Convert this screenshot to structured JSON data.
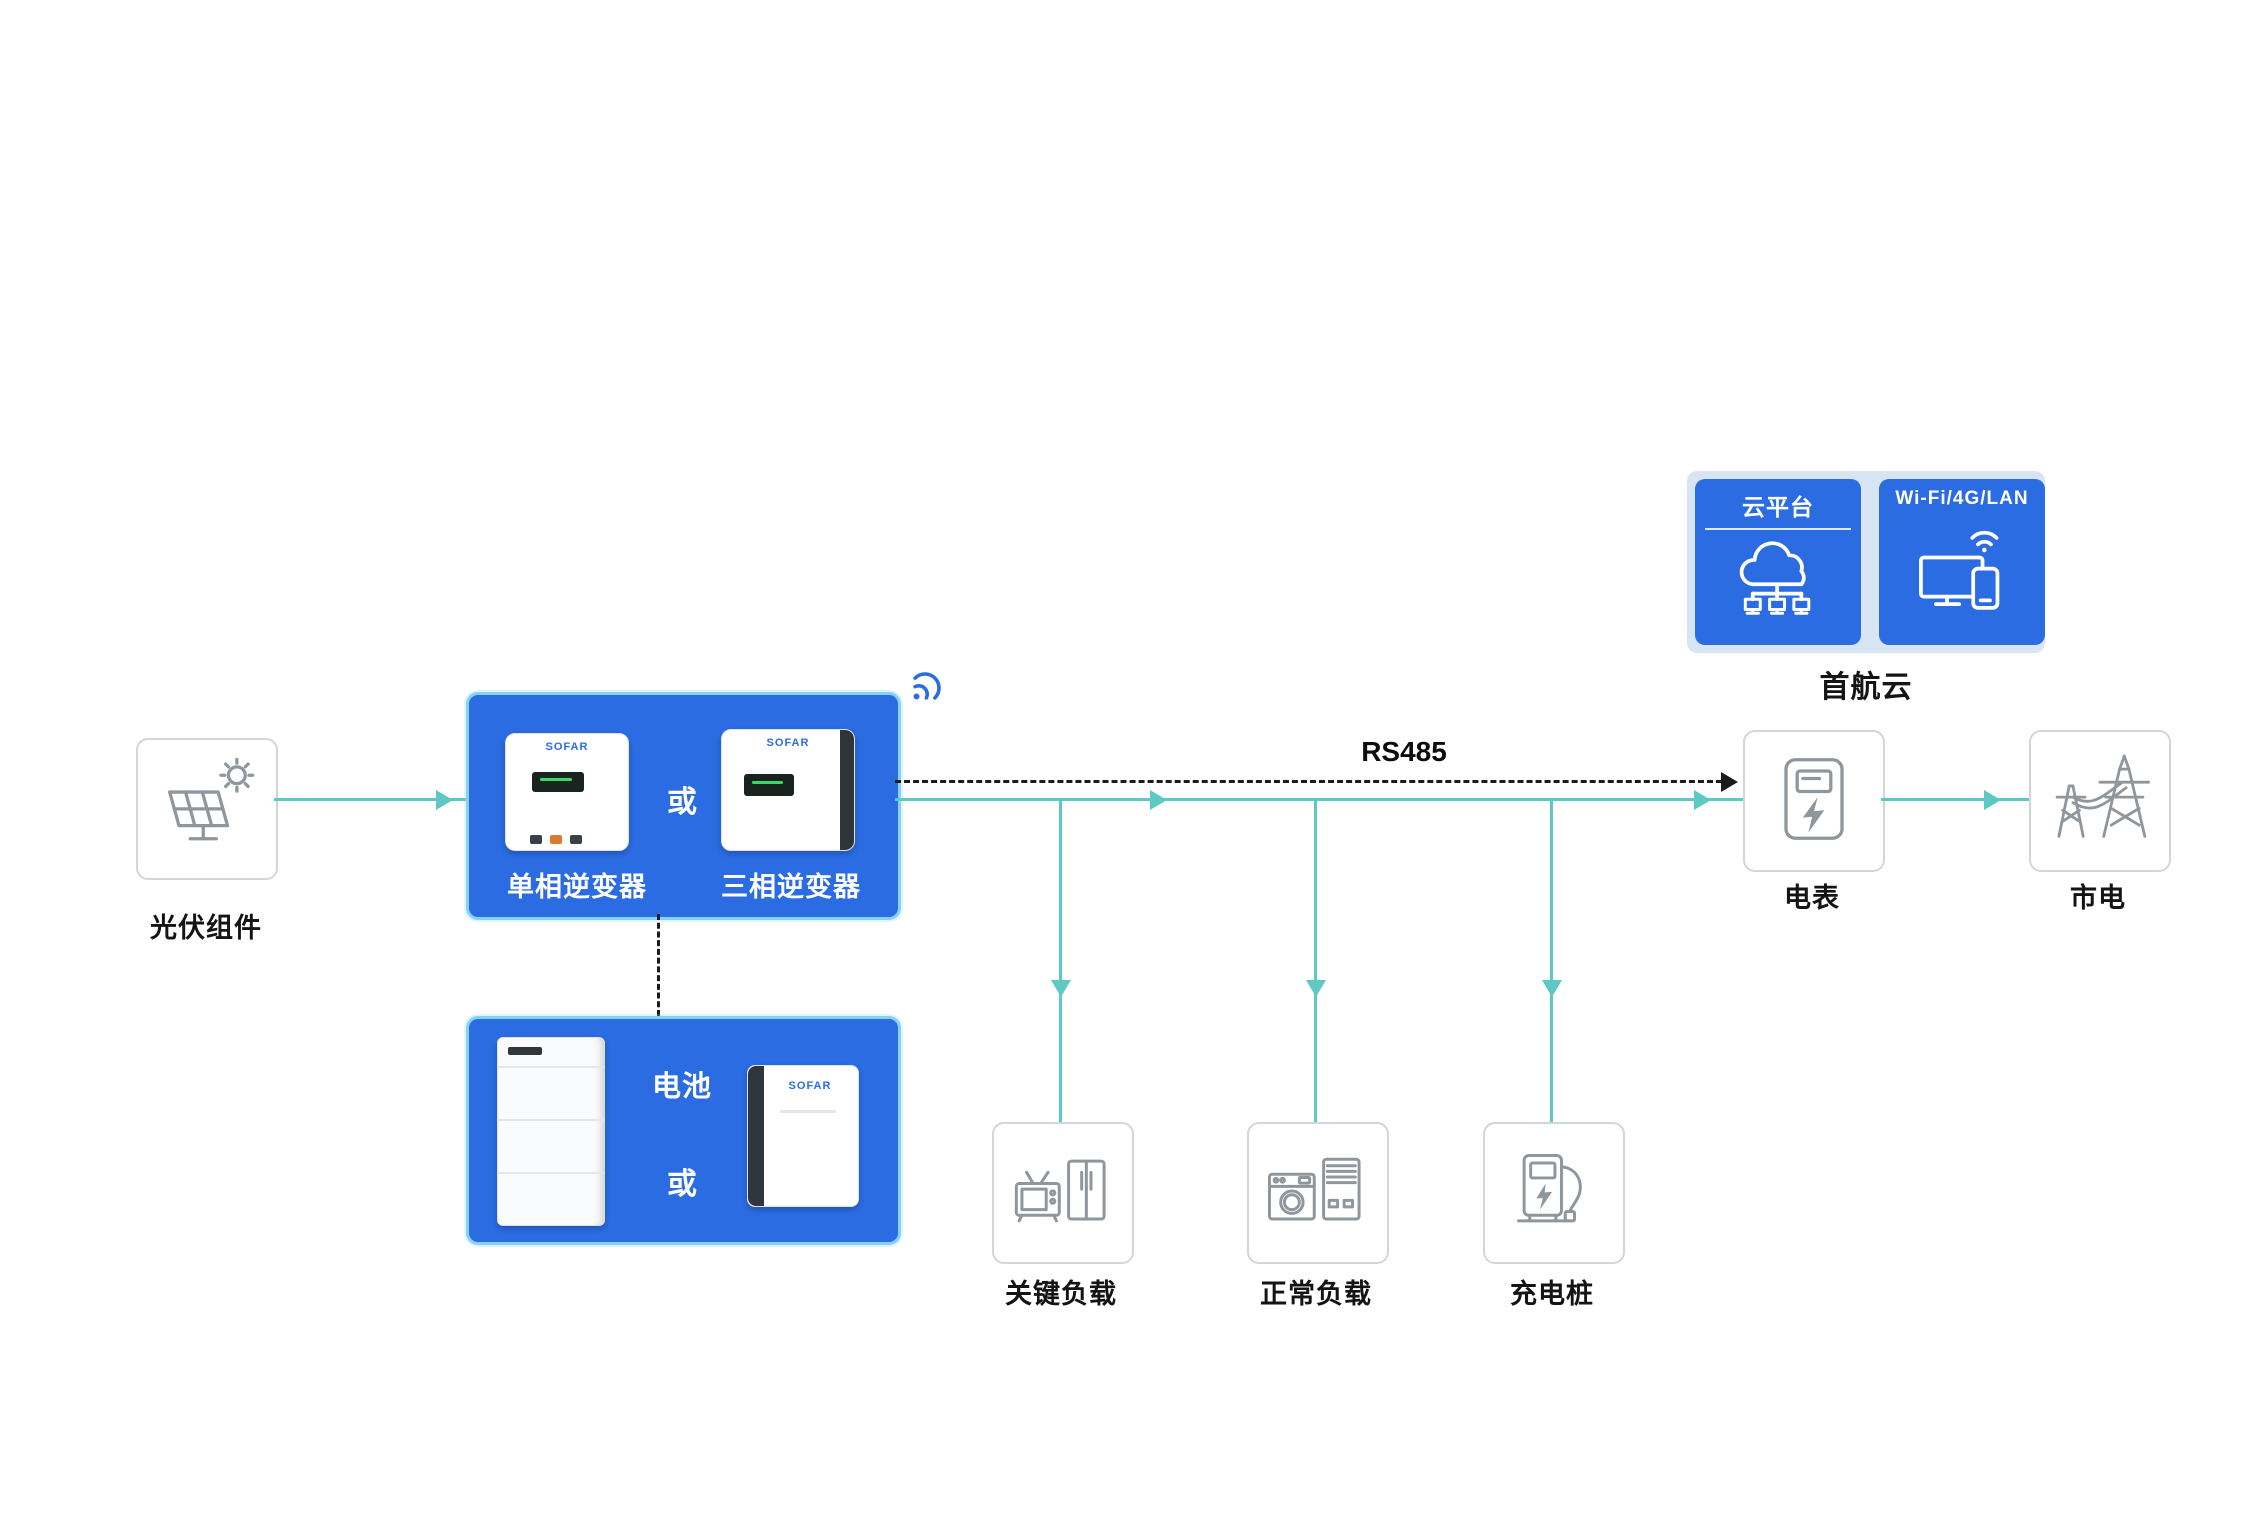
{
  "nodes": {
    "pv": {
      "label": "光伏组件"
    },
    "inverter_group": {
      "single_label": "单相逆变器",
      "or": "或",
      "three_label": "三相逆变器",
      "brand": "SOFAR"
    },
    "battery_group": {
      "label": "电池",
      "or": "或"
    },
    "critical_load": {
      "label": "关键负载"
    },
    "normal_load": {
      "label": "正常负载"
    },
    "ev_charger": {
      "label": "充电桩"
    },
    "meter": {
      "label": "电表"
    },
    "grid": {
      "label": "市电"
    },
    "cloud": {
      "label": "首航云",
      "platform_label": "云平台",
      "wifi_label": "Wi-Fi/4G/LAN"
    }
  },
  "connections": {
    "rs485_label": "RS485"
  },
  "colors": {
    "accent_blue": "#2b6ce3",
    "blue_box_border": "#85d2f4",
    "line_teal": "#5ec8c3",
    "dashed_line": "#1b1b1b",
    "node_border": "#d2d6da",
    "icon_gray": "#8f969c",
    "cloud_panel_bg": "#d8e5f5"
  }
}
